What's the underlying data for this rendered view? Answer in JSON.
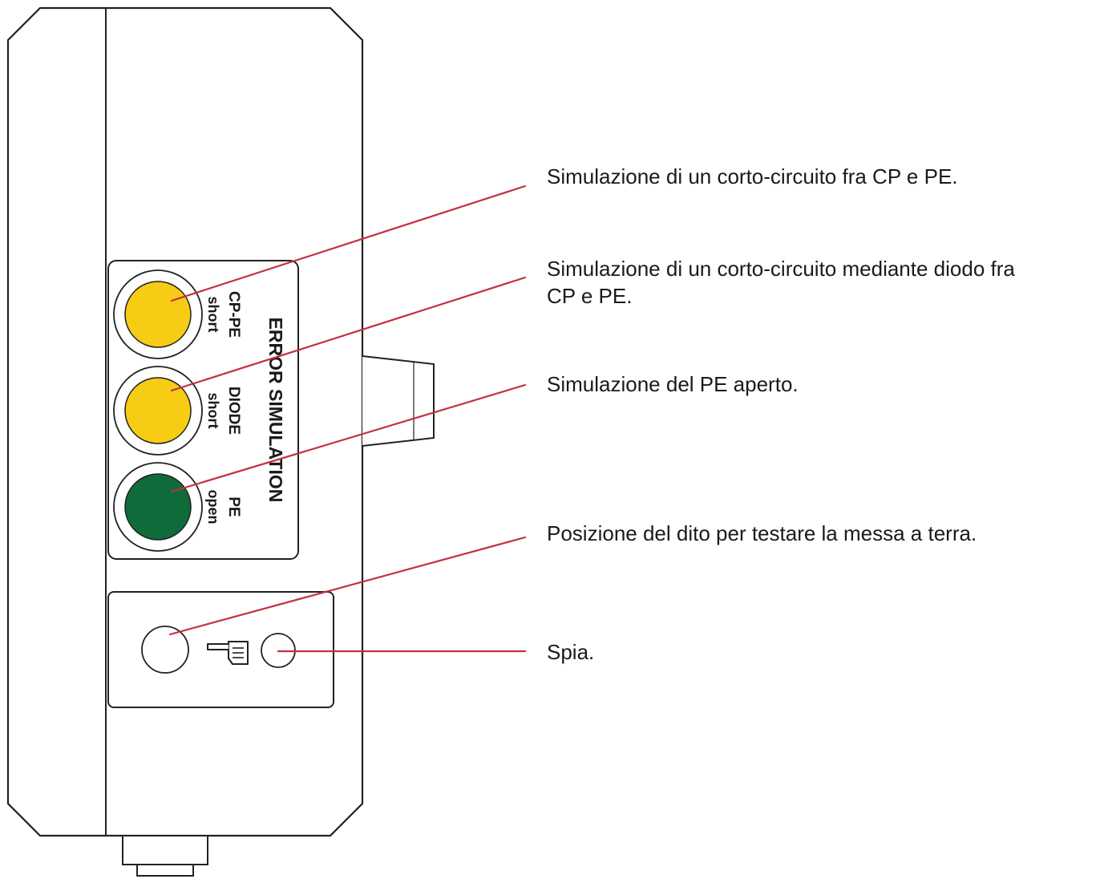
{
  "panel": {
    "title": "ERROR SIMULATION",
    "buttons": [
      {
        "label_top": "CP-PE",
        "label_bottom": "short",
        "color": "#f6cc15"
      },
      {
        "label_top": "DIODE",
        "label_bottom": "short",
        "color": "#f6cc15"
      },
      {
        "label_top": "PE",
        "label_bottom": "open",
        "color": "#0f6b3a"
      }
    ]
  },
  "leader_color": "#c2313f",
  "callouts": {
    "cp_pe_short": "Simulazione di un corto-circuito fra CP e PE.",
    "diode_short_line1": "Simulazione di un corto-circuito mediante diodo fra",
    "diode_short_line2": "CP e PE.",
    "pe_open": "Simulazione del PE aperto.",
    "finger_position": "Posizione del dito per testare la messa a terra.",
    "lamp": "Spia."
  }
}
